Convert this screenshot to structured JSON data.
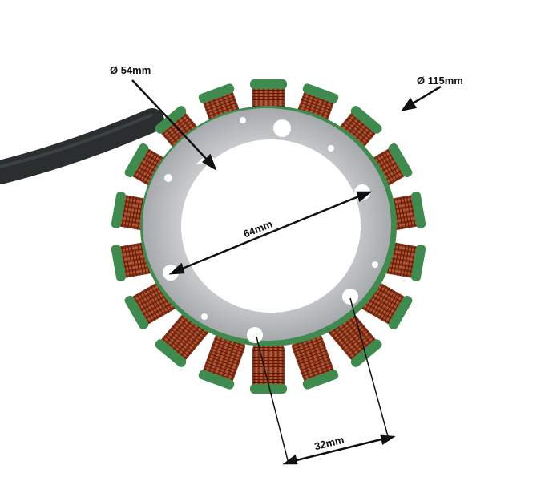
{
  "image": {
    "subject": "motorcycle stator coil with dimension annotations",
    "colors": {
      "background": "#ffffff",
      "copper": "#9a3b1c",
      "copper_light": "#c8623a",
      "green_insulation": "#3f8a4f",
      "steel_plate": "#b9bcbf",
      "cable": "#2a2e2f",
      "annotation": "#111111"
    }
  },
  "annotations": {
    "inner_diameter": "Ø 54mm",
    "outer_diameter": "Ø 115mm",
    "hole_span": "64mm",
    "hole_spacing": "32mm"
  }
}
